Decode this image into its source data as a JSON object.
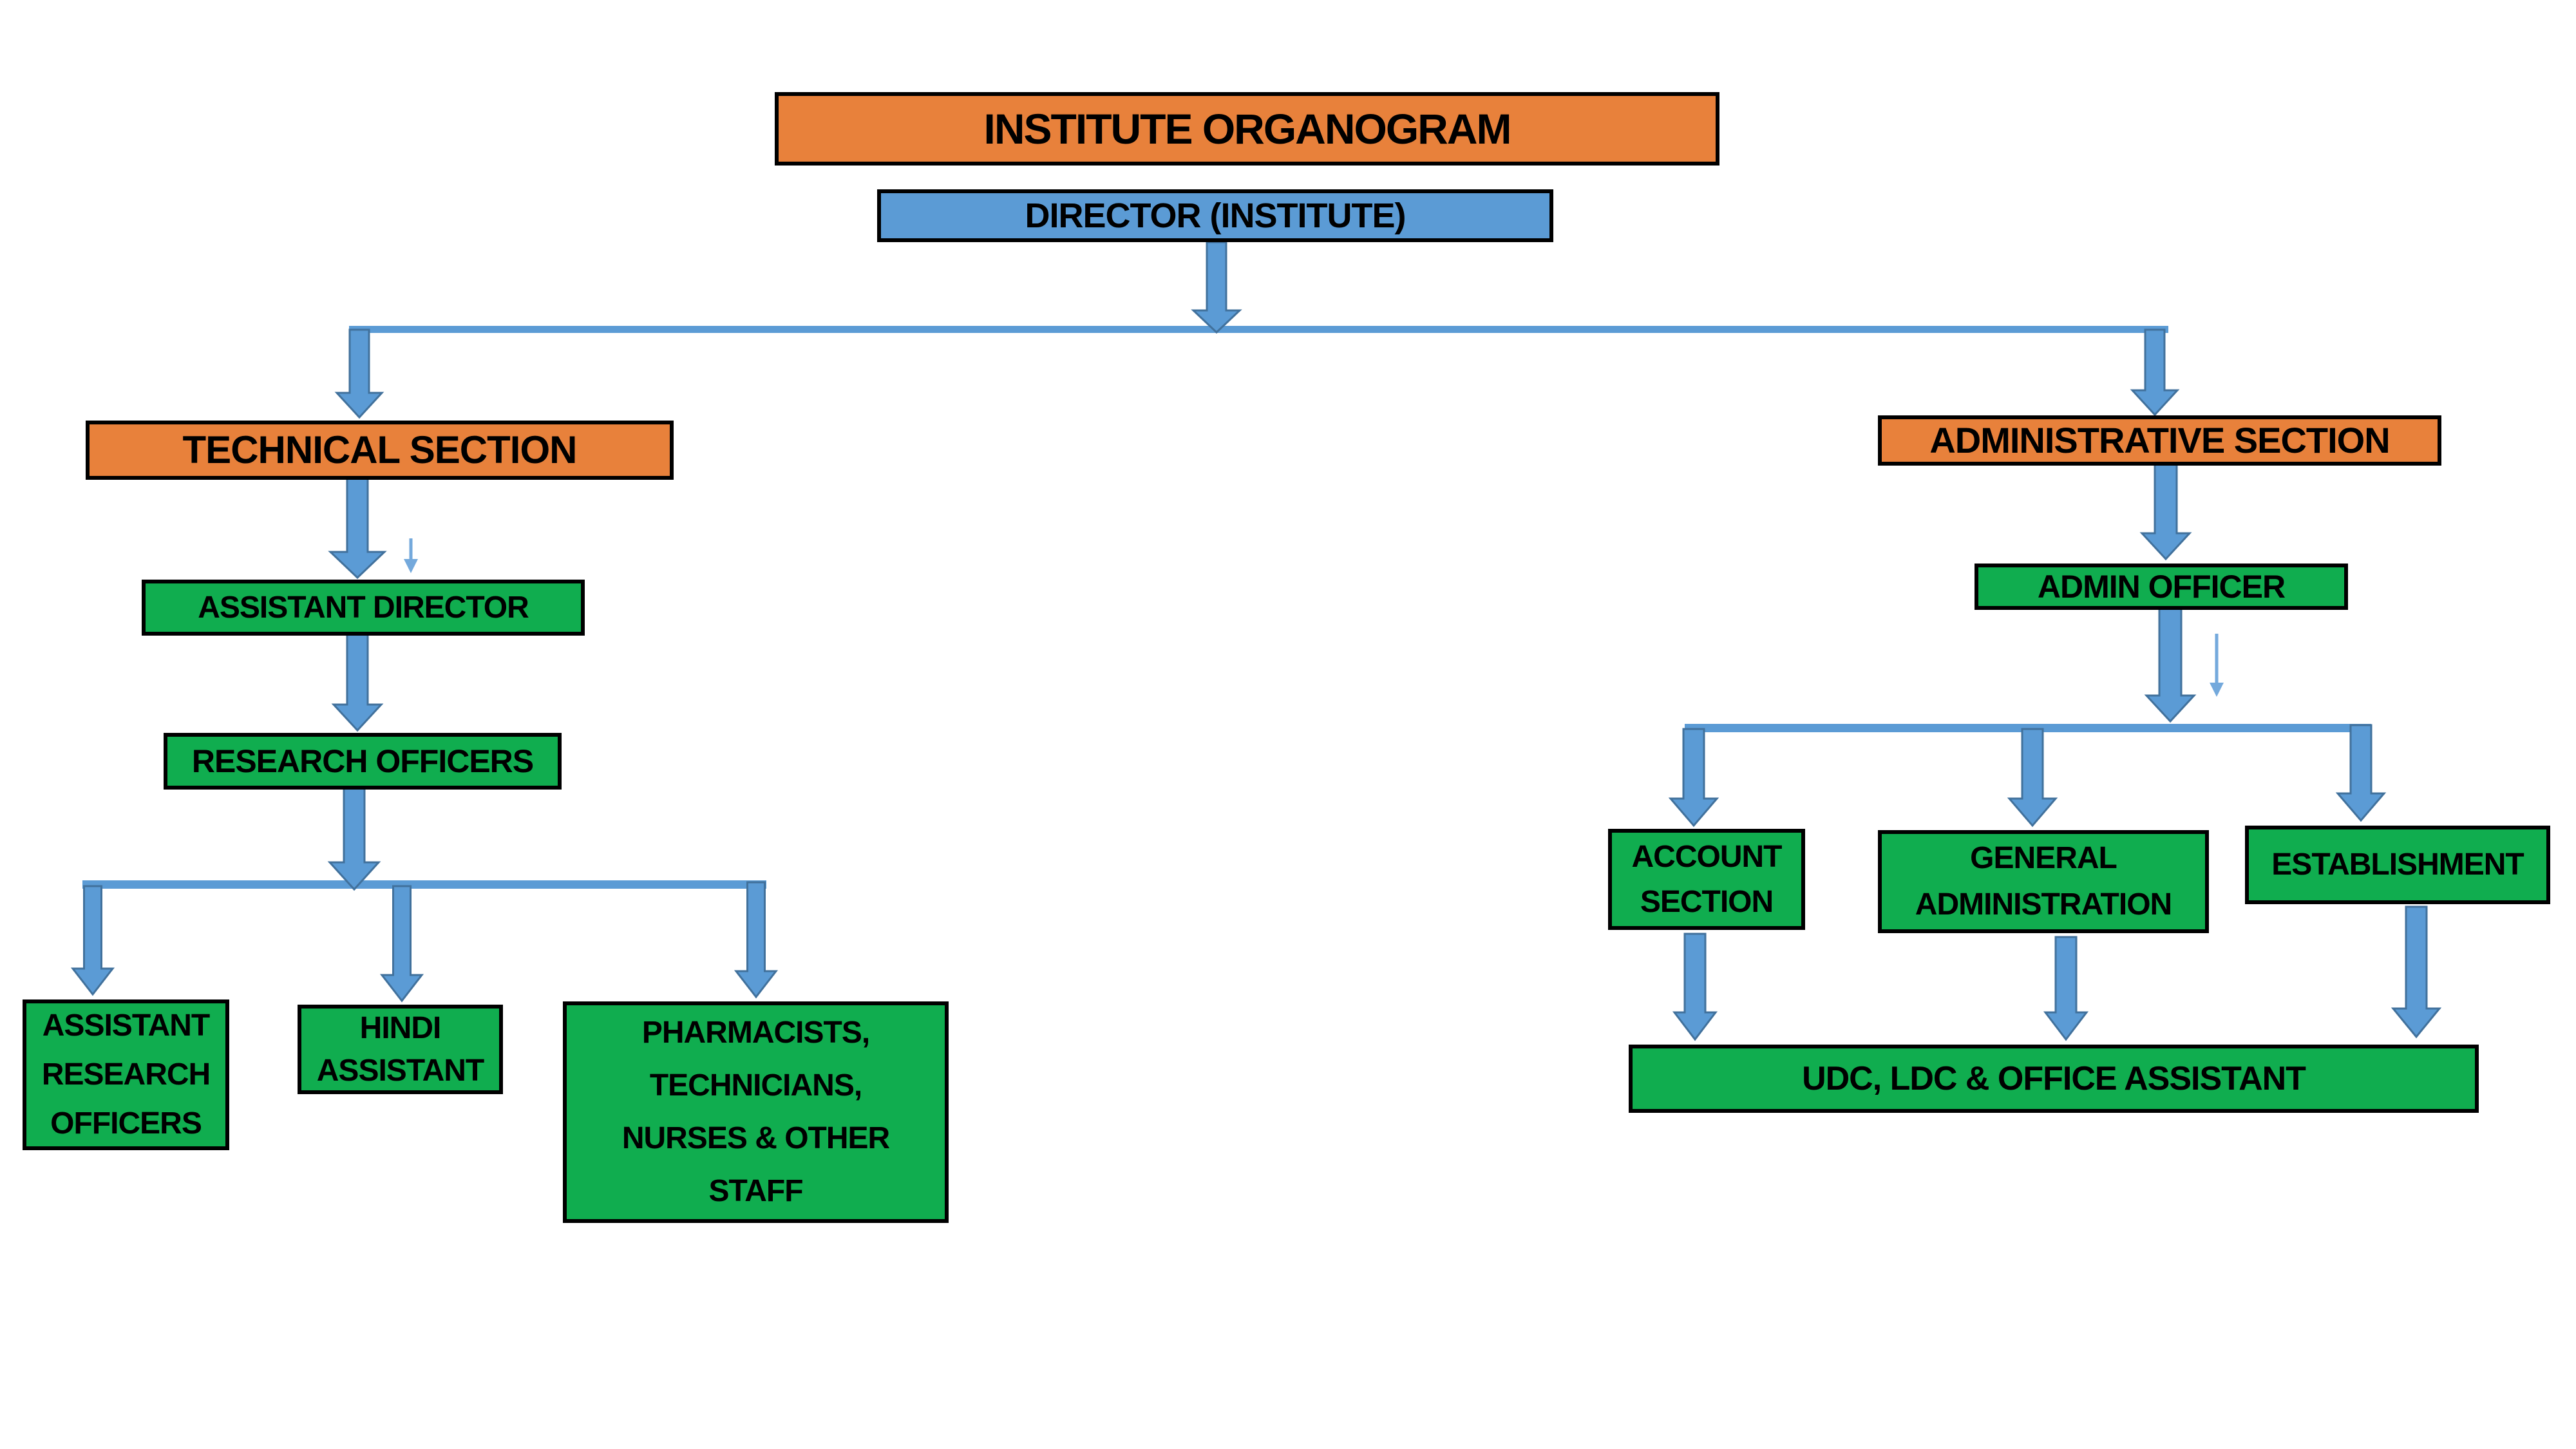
{
  "title": {
    "label": "INSTITUTE ORGANOGRAM"
  },
  "nodes": {
    "director": {
      "label": "DIRECTOR (INSTITUTE)"
    },
    "technical_section": {
      "label": "TECHNICAL SECTION"
    },
    "administrative_section": {
      "label": "ADMINISTRATIVE SECTION"
    },
    "assistant_director": {
      "label": "ASSISTANT DIRECTOR"
    },
    "research_officers": {
      "label": "RESEARCH OFFICERS"
    },
    "assistant_research_officers": {
      "lines": [
        "ASSISTANT",
        "RESEARCH",
        "OFFICERS"
      ]
    },
    "hindi_assistant": {
      "lines": [
        "HINDI",
        "ASSISTANT"
      ]
    },
    "pharmacists_staff": {
      "lines": [
        "PHARMACISTS,",
        "TECHNICIANS,",
        "NURSES & OTHER",
        "STAFF"
      ]
    },
    "admin_officer": {
      "label": "ADMIN OFFICER"
    },
    "account_section": {
      "lines": [
        "ACCOUNT",
        "SECTION"
      ]
    },
    "general_administration": {
      "lines": [
        "GENERAL",
        "ADMINISTRATION"
      ]
    },
    "establishment": {
      "label": "ESTABLISHMENT"
    },
    "udc_ldc_office_assistant": {
      "label": "UDC, LDC & OFFICE ASSISTANT"
    }
  },
  "colors": {
    "orange": "#E8813B",
    "blue": "#5B9BD5",
    "green": "#10AD4F",
    "connector": "#5B9BD5",
    "connector_edge": "#41719C",
    "thin_arrow": "#74A9DC",
    "border": "#000000"
  }
}
